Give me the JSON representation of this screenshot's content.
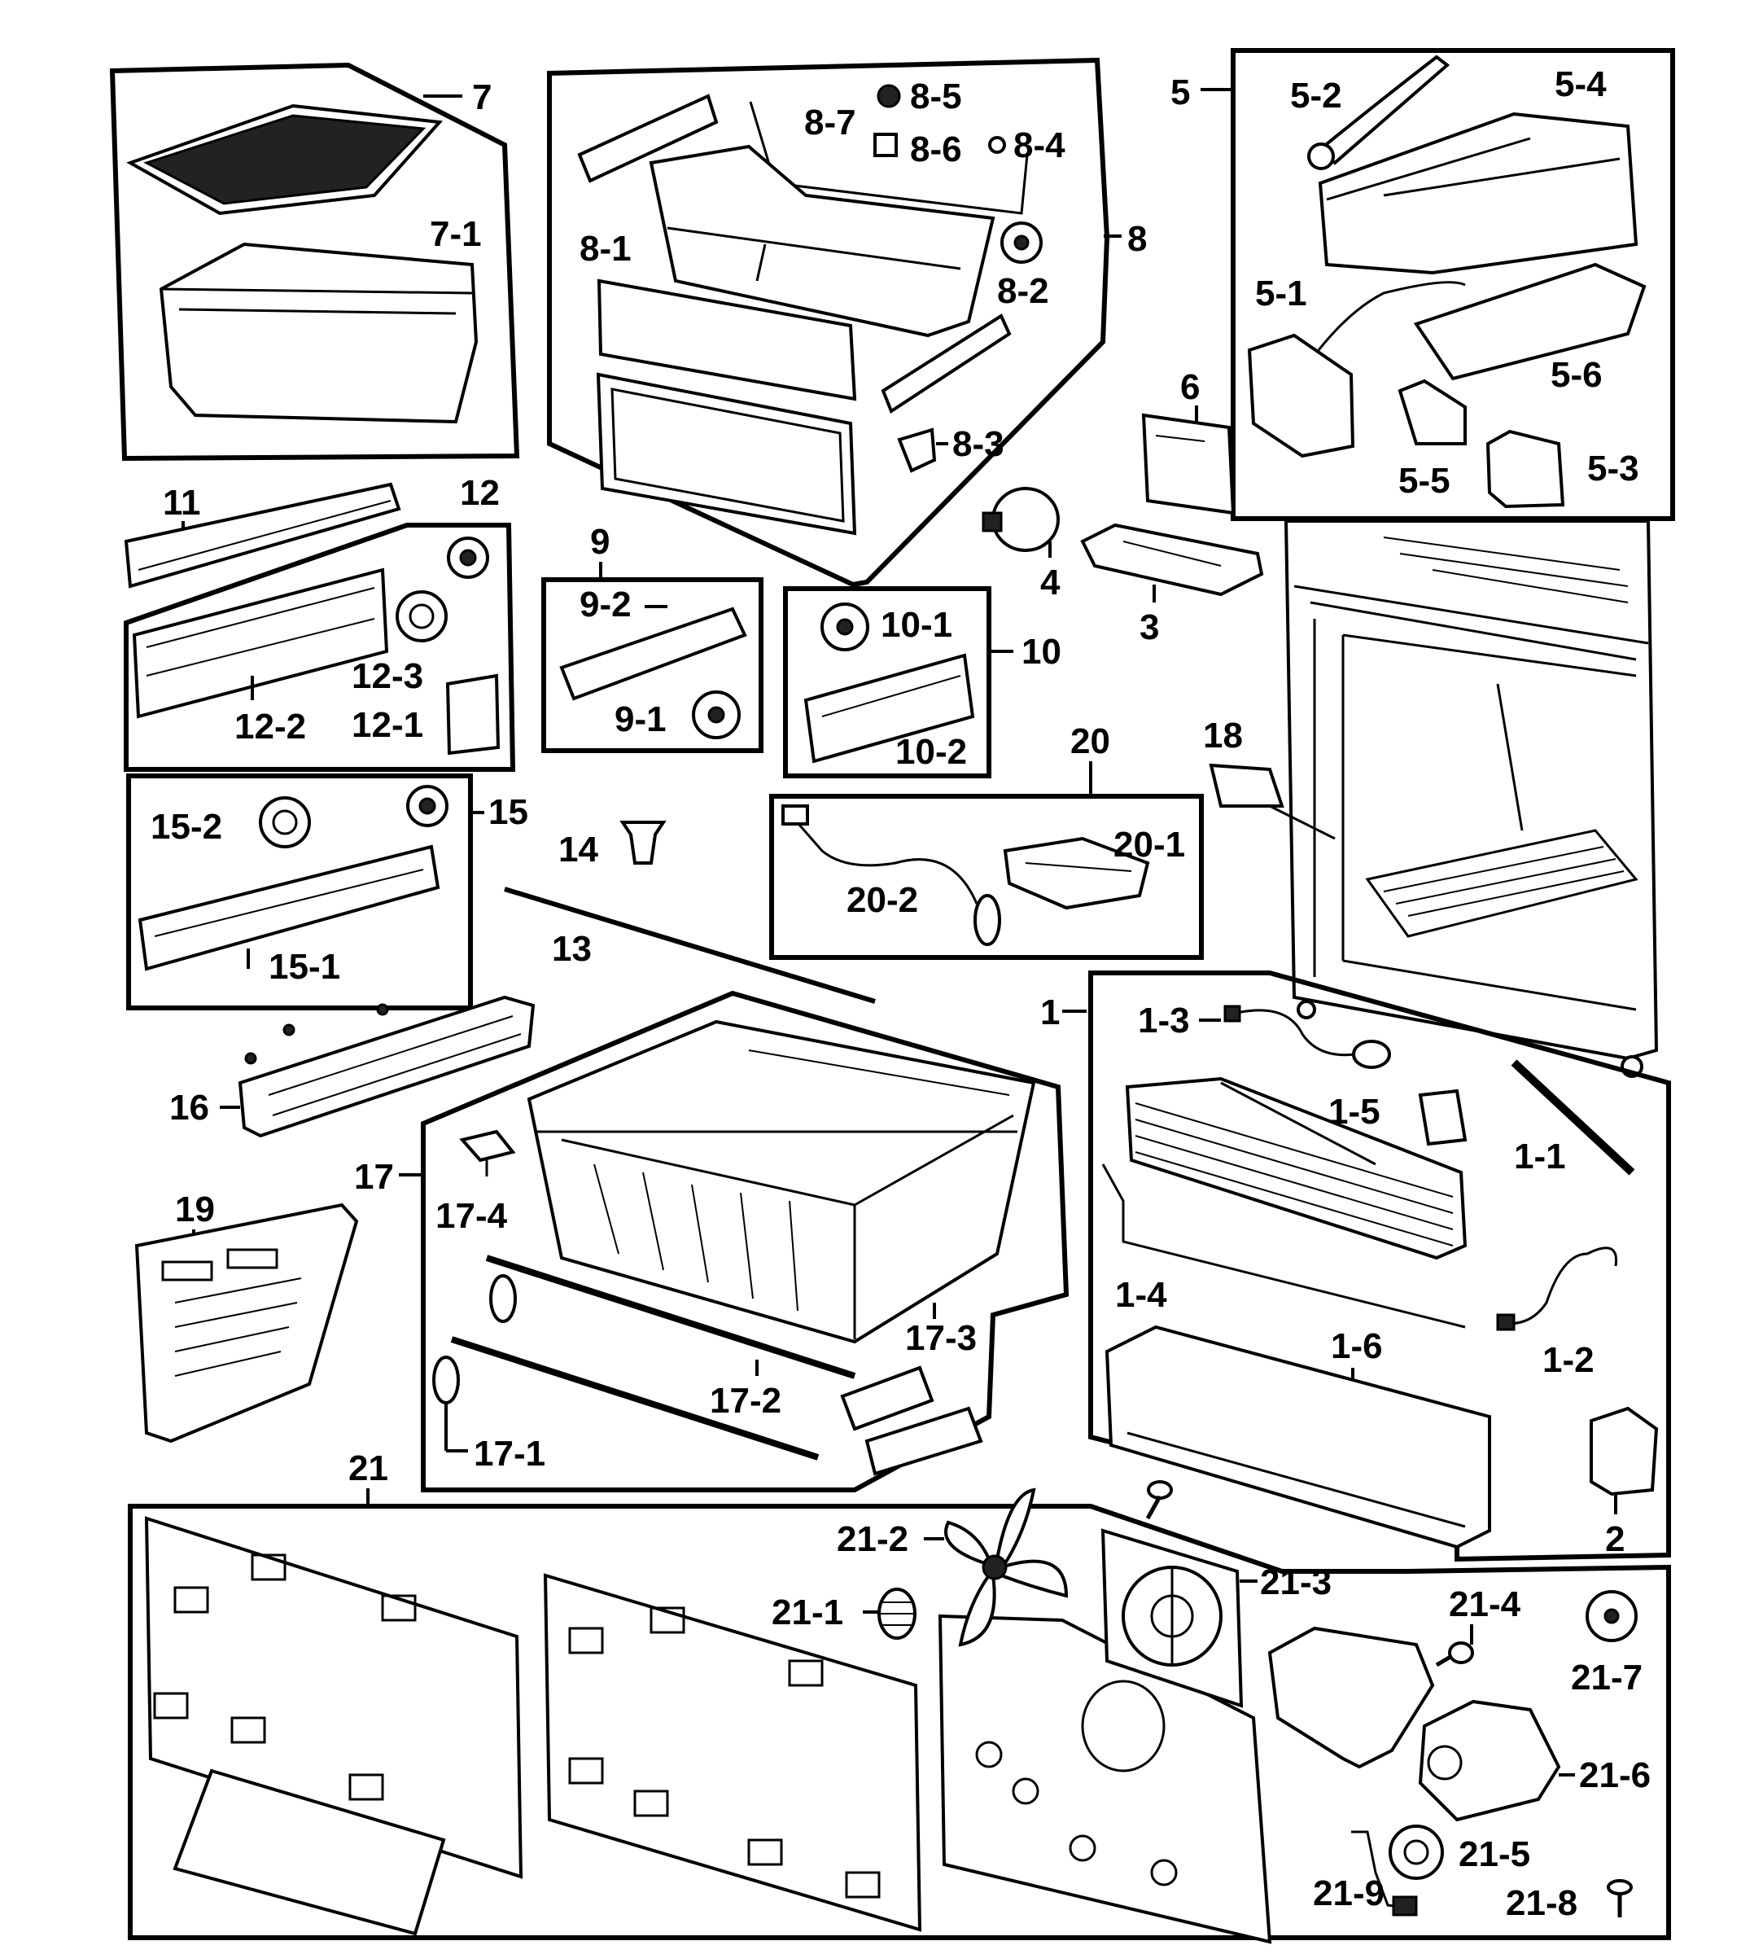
{
  "labels": {
    "p1": "1",
    "p1_1": "1-1",
    "p1_2": "1-2",
    "p1_3": "1-3",
    "p1_4": "1-4",
    "p1_5": "1-5",
    "p1_6": "1-6",
    "p2": "2",
    "p3": "3",
    "p4": "4",
    "p5": "5",
    "p5_1": "5-1",
    "p5_2": "5-2",
    "p5_3": "5-3",
    "p5_4": "5-4",
    "p5_5": "5-5",
    "p5_6": "5-6",
    "p6": "6",
    "p7": "7",
    "p7_1": "7-1",
    "p8": "8",
    "p8_1": "8-1",
    "p8_2": "8-2",
    "p8_3": "8-3",
    "p8_4": "8-4",
    "p8_5": "8-5",
    "p8_6": "8-6",
    "p8_7": "8-7",
    "p9": "9",
    "p9_1": "9-1",
    "p9_2": "9-2",
    "p10": "10",
    "p10_1": "10-1",
    "p10_2": "10-2",
    "p11": "11",
    "p12": "12",
    "p12_1": "12-1",
    "p12_2": "12-2",
    "p12_3": "12-3",
    "p13": "13",
    "p14": "14",
    "p15": "15",
    "p15_1": "15-1",
    "p15_2": "15-2",
    "p16": "16",
    "p17": "17",
    "p17_1": "17-1",
    "p17_2": "17-2",
    "p17_3": "17-3",
    "p17_4": "17-4",
    "p18": "18",
    "p19": "19",
    "p20": "20",
    "p20_1": "20-1",
    "p20_2": "20-2",
    "p21": "21",
    "p21_1": "21-1",
    "p21_2": "21-2",
    "p21_3": "21-3",
    "p21_4": "21-4",
    "p21_5": "21-5",
    "p21_6": "21-6",
    "p21_7": "21-7",
    "p21_8": "21-8",
    "p21_9": "21-9"
  }
}
